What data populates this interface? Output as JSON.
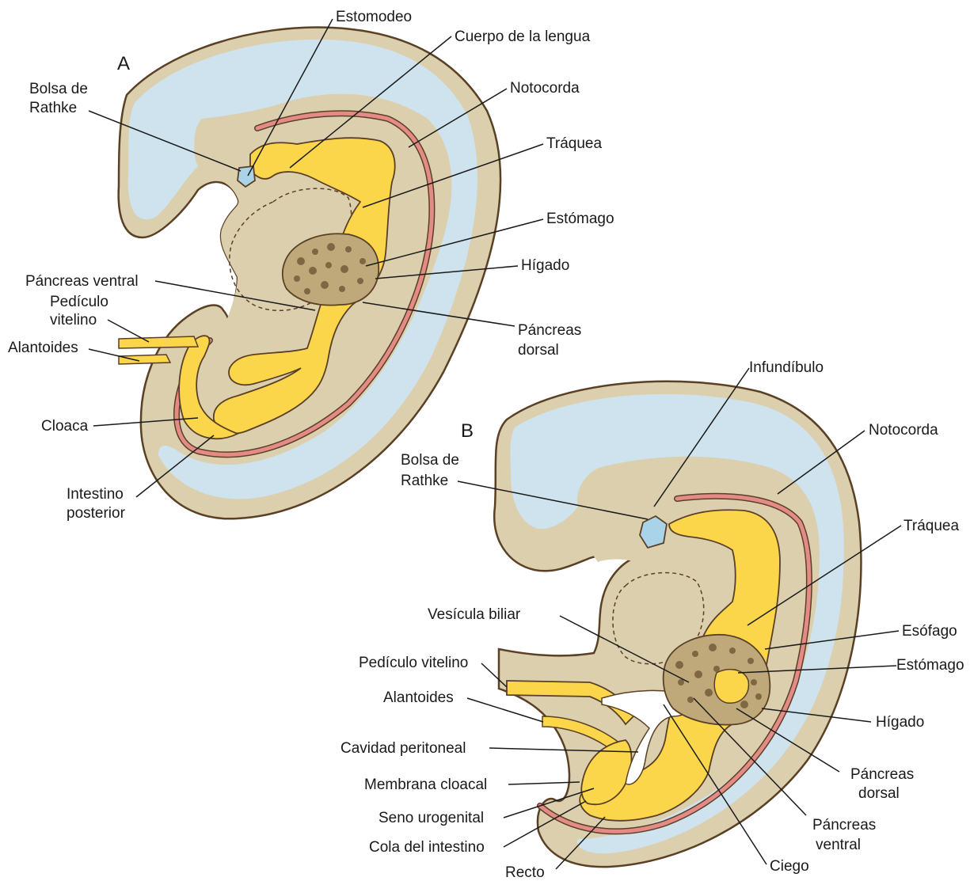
{
  "panels": {
    "a": {
      "letter": "A",
      "labels": {
        "estomodeo": "Estomodeo",
        "cuerpo_lengua": "Cuerpo de la lengua",
        "bolsa_rathke_1": "Bolsa de",
        "bolsa_rathke_2": "Rathke",
        "notocorda": "Notocorda",
        "traquea": "Tráquea",
        "estomago": "Estómago",
        "higado": "Hígado",
        "pancreas_ventral": "Páncreas ventral",
        "pediculo_1": "Pedículo",
        "pediculo_2": "vitelino",
        "alantoides": "Alantoides",
        "pancreas_dorsal_1": "Páncreas",
        "pancreas_dorsal_2": "dorsal",
        "cloaca": "Cloaca",
        "intestino_posterior_1": "Intestino",
        "intestino_posterior_2": "posterior"
      }
    },
    "b": {
      "letter": "B",
      "labels": {
        "infundibulo": "Infundíbulo",
        "notocorda": "Notocorda",
        "bolsa_rathke_1": "Bolsa de",
        "bolsa_rathke_2": "Rathke",
        "traquea": "Tráquea",
        "esofago": "Esófago",
        "vesicula_biliar": "Vesícula biliar",
        "pediculo_vitelino": "Pedículo vitelino",
        "estomago": "Estómago",
        "alantoides": "Alantoides",
        "higado": "Hígado",
        "cavidad_peritoneal": "Cavidad peritoneal",
        "pancreas_dorsal_1": "Páncreas",
        "pancreas_dorsal_2": "dorsal",
        "membrana_cloacal": "Membrana cloacal",
        "seno_urogenital": "Seno urogenital",
        "pancreas_ventral_1": "Páncreas",
        "pancreas_ventral_2": "ventral",
        "cola_intestino": "Cola del intestino",
        "recto": "Recto",
        "ciego": "Ciego"
      }
    }
  },
  "colors": {
    "body": "#dccfae",
    "outline": "#5a4025",
    "neural": "#cfe3ee",
    "gut": "#fcd64a",
    "notochord": "#e58b87",
    "liver": "#bfa879",
    "stomodeum": "#a9d3e8",
    "cavity": "#ffffff"
  }
}
